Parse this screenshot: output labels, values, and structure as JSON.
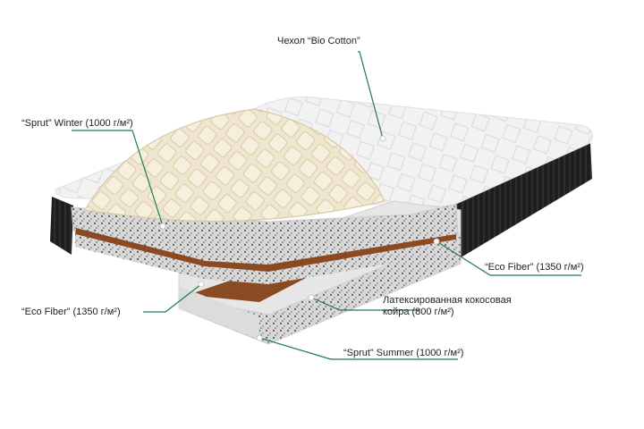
{
  "labels": {
    "cover": "Чехол “Bio Cotton”",
    "winter": "“Sprut” Winter (1000 г/м²)",
    "eco_fiber_right": "“Eco Fiber” (1350 г/м²)",
    "eco_fiber_left": "“Eco Fiber” (1350 г/м²)",
    "coconut_line1": "Латексированная кокосовая",
    "coconut_line2": "койра (800 г/м²)",
    "summer": "“Sprut” Summer (1000 г/м²)"
  },
  "colors": {
    "leader_line": "#1f7a4a",
    "marker_dot": "#ffffff",
    "coconut": "#8a4a22",
    "side_panel": "#1e1e1e",
    "cover": "#f4f4f4",
    "winter_layer": "#efe8d6"
  }
}
